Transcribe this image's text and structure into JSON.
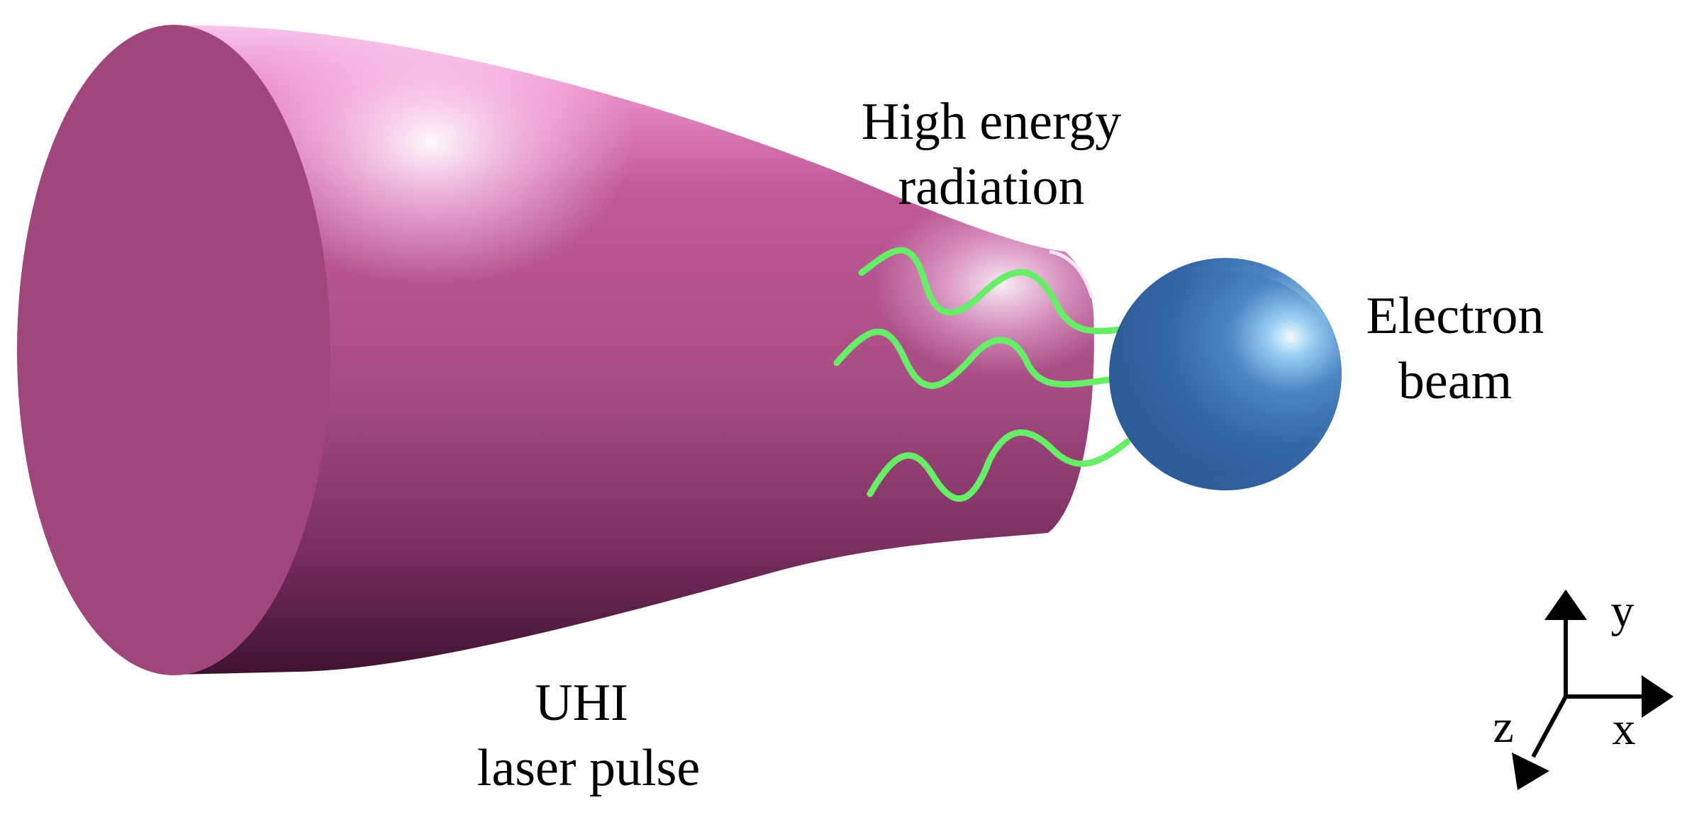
{
  "labels": {
    "radiation": [
      "High energy",
      "radiation"
    ],
    "electron": [
      "Electron",
      "beam"
    ],
    "laser": [
      "UHI",
      "laser pulse"
    ]
  },
  "axes": {
    "y": "y",
    "x": "x",
    "z": "z"
  },
  "colors": {
    "laser_face": "#a0467d",
    "laser_body": "#c05a98",
    "laser_highlight": "#ffd6f4",
    "laser_shadow": "#3e1230",
    "electron_beam": "#3466a8",
    "electron_highlight": "#e8f6ff",
    "radiation_wave": "#66ee66"
  }
}
